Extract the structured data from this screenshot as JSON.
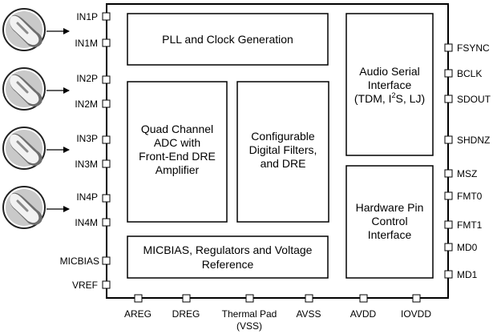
{
  "left_pins": [
    "IN1P",
    "IN1M",
    "IN2P",
    "IN2M",
    "IN3P",
    "IN3M",
    "IN4P",
    "IN4M",
    "MICBIAS",
    "VREF"
  ],
  "right_pins": [
    "FSYNC",
    "BCLK",
    "SDOUT",
    "SHDNZ",
    "MSZ",
    "FMT0",
    "FMT1",
    "MD0",
    "MD1"
  ],
  "bottom_pins": [
    "AREG",
    "DREG",
    "Thermal Pad",
    "(VSS)",
    "AVSS",
    "AVDD",
    "IOVDD"
  ],
  "blocks": {
    "pll": "PLL and Clock Generation",
    "adc": [
      "Quad Channel",
      "ADC with",
      "Front-End DRE",
      "Amplifier"
    ],
    "filters": [
      "Configurable",
      "Digital Filters,",
      "and DRE"
    ],
    "micbias": [
      "MICBIAS, Regulators and Voltage",
      "Reference"
    ],
    "asi": {
      "line1": "Audio Serial",
      "line2": "Interface",
      "line3_prefix": "(TDM, I",
      "line3_sup": "2",
      "line3_suffix": "S, LJ)"
    },
    "hw": [
      "Hardware Pin",
      "Control",
      "Interface"
    ]
  },
  "microphones": [
    {
      "icon": "microphone-icon"
    },
    {
      "icon": "microphone-icon"
    },
    {
      "icon": "microphone-icon"
    },
    {
      "icon": "microphone-icon"
    }
  ]
}
